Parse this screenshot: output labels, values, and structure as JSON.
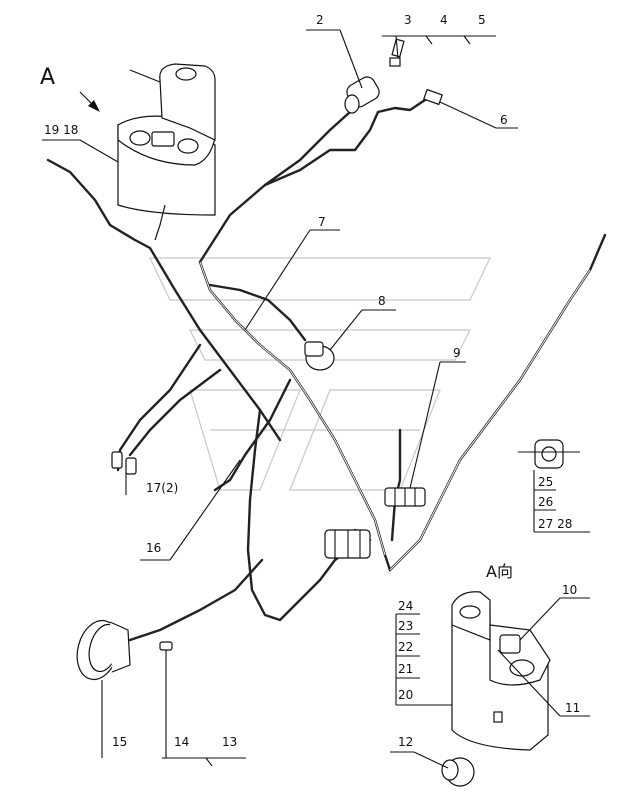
{
  "views": {
    "view_a_marker": "A",
    "view_a_caption": "A向"
  },
  "callouts": [
    {
      "id": "c2",
      "text": "2"
    },
    {
      "id": "c3",
      "text": "3"
    },
    {
      "id": "c4",
      "text": "4"
    },
    {
      "id": "c5",
      "text": "5"
    },
    {
      "id": "c6",
      "text": "6"
    },
    {
      "id": "c7",
      "text": "7"
    },
    {
      "id": "c8",
      "text": "8"
    },
    {
      "id": "c9",
      "text": "9"
    },
    {
      "id": "c10",
      "text": "10"
    },
    {
      "id": "c11",
      "text": "11"
    },
    {
      "id": "c12",
      "text": "12"
    },
    {
      "id": "c13",
      "text": "13"
    },
    {
      "id": "c14",
      "text": "14"
    },
    {
      "id": "c15",
      "text": "15"
    },
    {
      "id": "c16",
      "text": "16"
    },
    {
      "id": "c17",
      "text": "17(2)"
    },
    {
      "id": "c19_18",
      "text": "19 18"
    },
    {
      "id": "c20",
      "text": "20"
    },
    {
      "id": "c21",
      "text": "21"
    },
    {
      "id": "c22",
      "text": "22"
    },
    {
      "id": "c23",
      "text": "23"
    },
    {
      "id": "c24",
      "text": "24"
    },
    {
      "id": "c25",
      "text": "25"
    },
    {
      "id": "c26",
      "text": "26"
    },
    {
      "id": "c27_28",
      "text": "27 28"
    }
  ]
}
